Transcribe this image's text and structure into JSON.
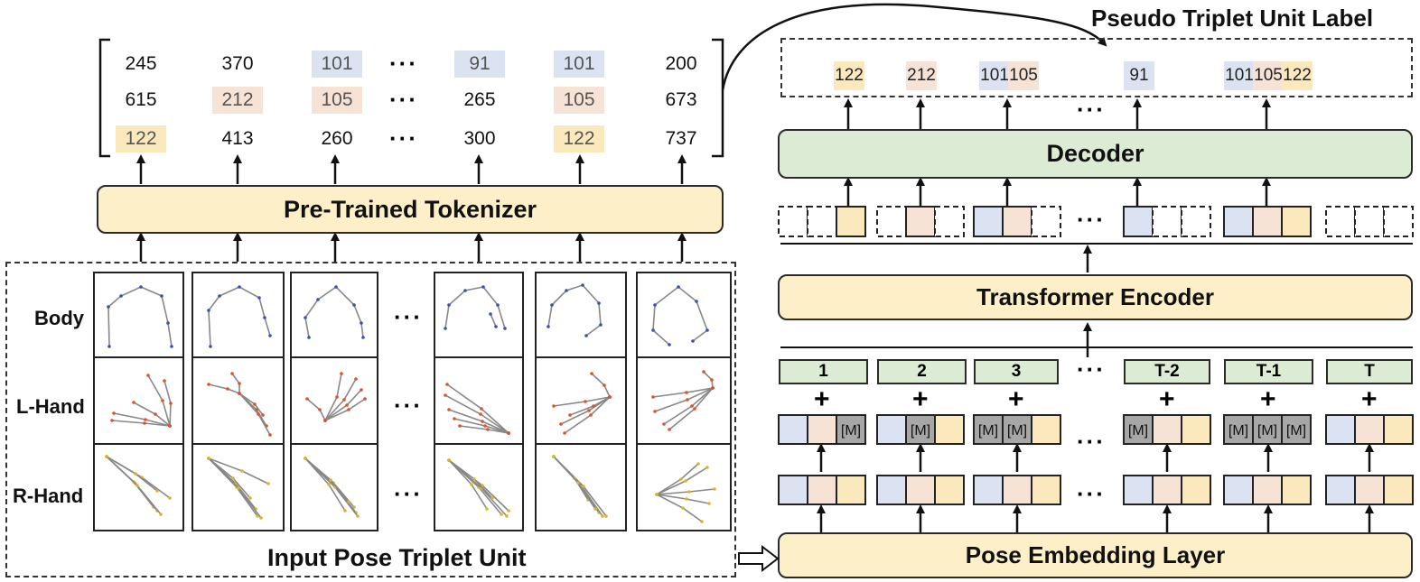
{
  "top_title": "Pseudo Triplet Unit Label",
  "left": {
    "tokenizer": "Pre-Trained Tokenizer",
    "input_caption": "Input Pose Triplet Unit",
    "row_labels": [
      "Body",
      "L-Hand",
      "R-Hand"
    ],
    "token_columns": [
      [
        "245",
        "615",
        "122"
      ],
      [
        "370",
        "212",
        "413"
      ],
      [
        "101",
        "105",
        "260"
      ],
      [
        "91",
        "265",
        "300"
      ],
      [
        "101",
        "105",
        "122"
      ],
      [
        "200",
        "673",
        "737"
      ]
    ],
    "ellipsis": "···"
  },
  "right": {
    "labels": [
      "122",
      "212",
      "101",
      "105",
      "91",
      "101",
      "105",
      "122"
    ],
    "decoder": "Decoder",
    "encoder": "Transformer Encoder",
    "embedding": "Pose Embedding Layer",
    "positions": [
      "1",
      "2",
      "3",
      "T-2",
      "T-1",
      "T"
    ],
    "plus": "+",
    "mask": "[M]",
    "ellipsis": "···"
  },
  "colors": {
    "yellow_box": "#fdefc7",
    "green_box": "#dcecd4",
    "blue_token": "#dbe3f3",
    "pink_token": "#f7e2d6",
    "yellow_token": "#fbe9bd",
    "mask_gray": "#a7a7a7"
  }
}
